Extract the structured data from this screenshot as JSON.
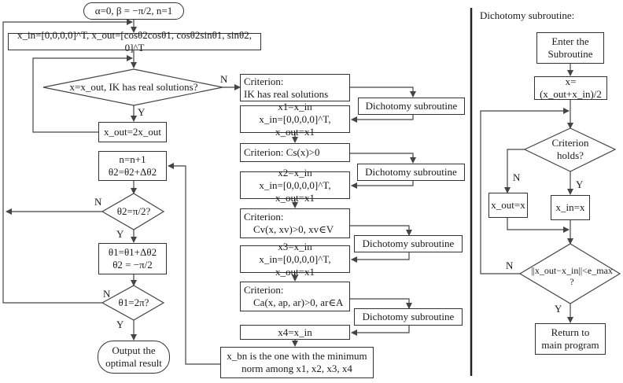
{
  "main_flow": {
    "start": "α=0, β = −π/2, n=1",
    "init_box": "x_in=[0,0,0,0]^T, x_out=[cosθ2cosθ1, cosθ2sinθ1, sinθ2, 0]^T",
    "decision_ik": "x=x_out, IK has real solutions?",
    "double_out": "x_out=2x_out",
    "increment_n": [
      "n=n+1",
      "θ2=θ2+Δθ2"
    ],
    "decision_theta2": "θ2=π/2?",
    "update_theta1": [
      "θ1=θ1+Δθ2",
      "θ2 = −π/2"
    ],
    "decision_theta1": "θ1=2π?",
    "end": [
      "Output the",
      "optimal result"
    ],
    "labels": {
      "yes": "Y",
      "no": "N"
    }
  },
  "criteria_column": {
    "criterion_1": [
      "Criterion:",
      "IK has real solutions"
    ],
    "assign_1": [
      "x1=x_in",
      "x_in=[0,0,0,0]^T, x_out=x1"
    ],
    "criterion_2": "Criterion: Cs(x)>0",
    "assign_2": [
      "x2=x_in",
      "x_in=[0,0,0,0]^T, x_out=x1"
    ],
    "criterion_3": [
      "Criterion:",
      "Cv(x, xv)>0, xv∈V"
    ],
    "assign_3": [
      "x3=x_in",
      "x_in=[0,0,0,0]^T, x_out=x1"
    ],
    "criterion_4": [
      "Criterion:",
      "Ca(x, ap, ar)>0, ar∈A"
    ],
    "assign_4": "x4=x_in",
    "result": [
      "x_bn is the one with the minimum",
      "norm among x1, x2, x3, x4"
    ],
    "dichotomy_label": "Dichotomy subroutine"
  },
  "subroutine": {
    "title": "Dichotomy subroutine:",
    "enter": [
      "Enter the",
      "Subroutine"
    ],
    "midpoint": "x=(x_out+x_in)/2",
    "decision_criterion": [
      "Criterion",
      "holds?"
    ],
    "set_out": "x_out=x",
    "set_in": "x_in=x",
    "decision_error": [
      "||x_out−x_in||<e_max",
      "?"
    ],
    "return": [
      "Return to",
      "main program"
    ],
    "labels": {
      "yes": "Y",
      "no": "N"
    }
  }
}
